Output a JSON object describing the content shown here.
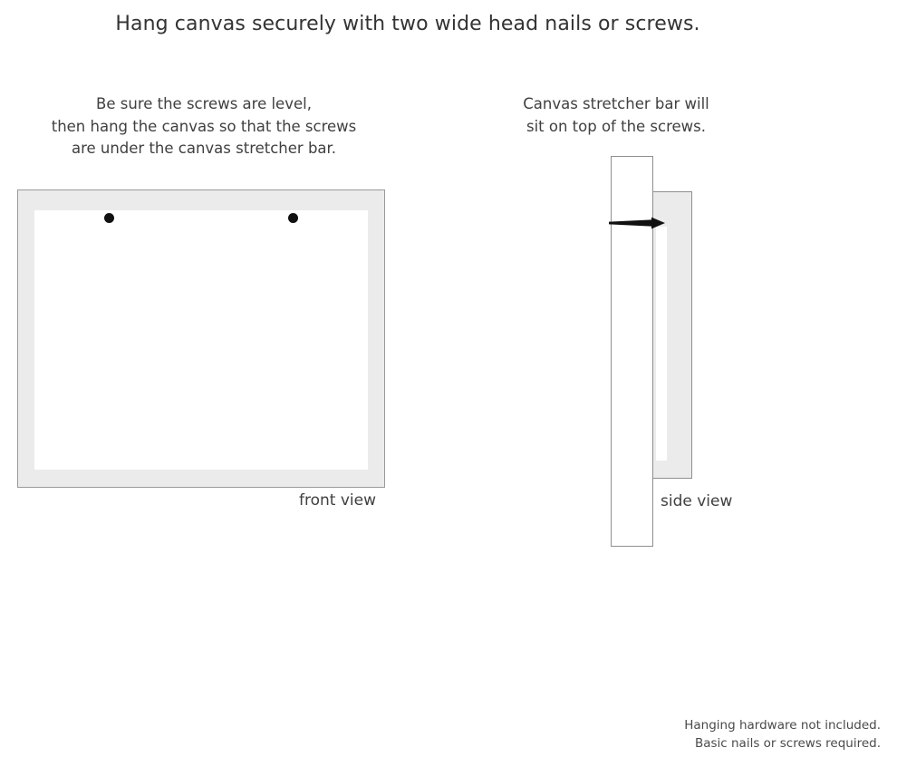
{
  "page": {
    "title": "Hang canvas securely with two wide head nails or screws.",
    "background_color": "#ffffff",
    "text_color": "#3a3a3a"
  },
  "front_panel": {
    "caption_lines": [
      "Be sure the screws are level,",
      "then hang the canvas so that the screws",
      "are under the canvas stretcher bar."
    ],
    "view_label": "front view",
    "frame_color": "#ebebeb",
    "frame_border_color": "#9a9a9a",
    "canvas_color": "#ffffff",
    "screw_color": "#111111",
    "screw_count": 2
  },
  "side_panel": {
    "caption_lines": [
      "Canvas stretcher bar will",
      "sit on top of the screws."
    ],
    "view_label": "side view",
    "wall_color": "#ffffff",
    "wall_border_color": "#8f8f8f",
    "stretcher_bar_color": "#ebebeb",
    "canvas_face_color": "#ffffff",
    "nail_color": "#111111"
  },
  "footer": {
    "lines": [
      "Hanging hardware not included.",
      "Basic nails or screws required."
    ]
  }
}
